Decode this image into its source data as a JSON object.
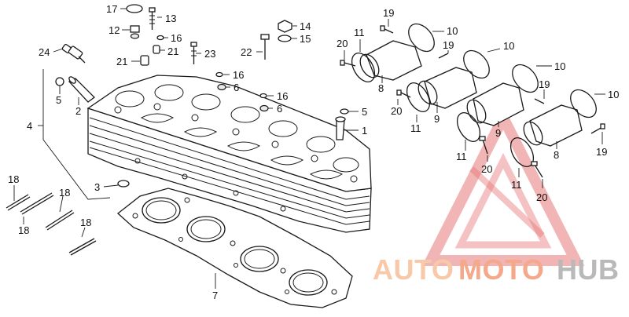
{
  "callouts": [
    {
      "id": "c17a",
      "text": "17"
    },
    {
      "id": "c13",
      "text": "13"
    },
    {
      "id": "c12",
      "text": "12"
    },
    {
      "id": "c16a",
      "text": "16"
    },
    {
      "id": "c21a",
      "text": "21"
    },
    {
      "id": "c21b",
      "text": "21"
    },
    {
      "id": "c23",
      "text": "23"
    },
    {
      "id": "c24",
      "text": "24"
    },
    {
      "id": "c14",
      "text": "14"
    },
    {
      "id": "c15",
      "text": "15"
    },
    {
      "id": "c22",
      "text": "22"
    },
    {
      "id": "c16b",
      "text": "16"
    },
    {
      "id": "c6a",
      "text": "6"
    },
    {
      "id": "c16c",
      "text": "16"
    },
    {
      "id": "c6b",
      "text": "6"
    },
    {
      "id": "c5a",
      "text": "5"
    },
    {
      "id": "c2",
      "text": "2"
    },
    {
      "id": "c4",
      "text": "4"
    },
    {
      "id": "c5b",
      "text": "5"
    },
    {
      "id": "c1",
      "text": "1"
    },
    {
      "id": "c3",
      "text": "3"
    },
    {
      "id": "c18a",
      "text": "18"
    },
    {
      "id": "c18b",
      "text": "18"
    },
    {
      "id": "c18c",
      "text": "18"
    },
    {
      "id": "c18d",
      "text": "18"
    },
    {
      "id": "c7",
      "text": "7"
    },
    {
      "id": "c19a",
      "text": "19"
    },
    {
      "id": "c10a",
      "text": "10"
    },
    {
      "id": "c11a",
      "text": "11"
    },
    {
      "id": "c20a",
      "text": "20"
    },
    {
      "id": "c19b",
      "text": "19"
    },
    {
      "id": "c10b",
      "text": "10"
    },
    {
      "id": "c8a",
      "text": "8"
    },
    {
      "id": "c10c",
      "text": "10"
    },
    {
      "id": "c20b",
      "text": "20"
    },
    {
      "id": "c11b",
      "text": "11"
    },
    {
      "id": "c9a",
      "text": "9"
    },
    {
      "id": "c19c",
      "text": "19"
    },
    {
      "id": "c10d",
      "text": "10"
    },
    {
      "id": "c9b",
      "text": "9"
    },
    {
      "id": "c8b",
      "text": "8"
    },
    {
      "id": "c19d",
      "text": "19"
    },
    {
      "id": "c11c",
      "text": "11"
    },
    {
      "id": "c20c",
      "text": "20"
    },
    {
      "id": "c11d",
      "text": "11"
    },
    {
      "id": "c20d",
      "text": "20"
    }
  ],
  "watermark": {
    "part1": "AUTO",
    "part2": "MOTO",
    "part3": "HUB",
    "color_light": "#f7c9a8",
    "color_mid": "#f3a98a",
    "color_red": "#e04040",
    "color_gray": "#b9b9b9"
  }
}
